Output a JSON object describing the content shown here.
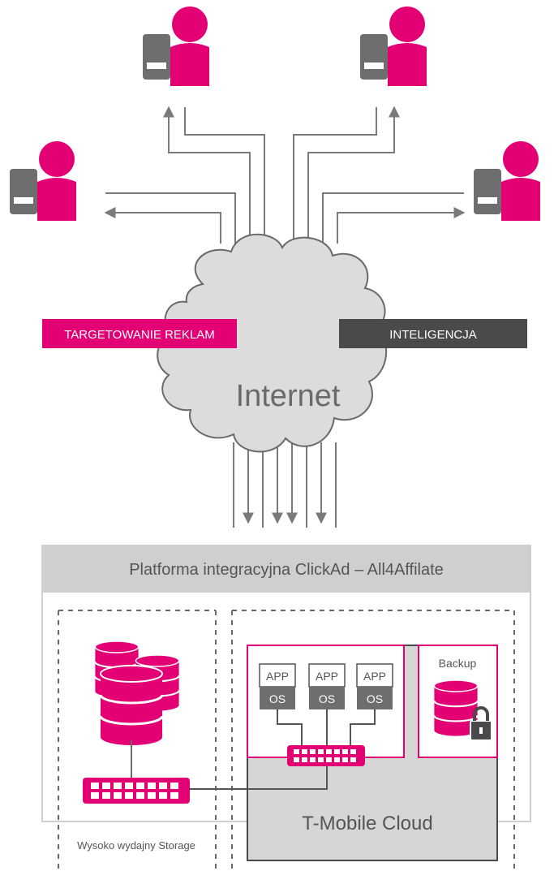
{
  "colors": {
    "magenta": "#e20074",
    "dark_gray": "#4a4a4a",
    "device_gray": "#6e6e6e",
    "cloud_fill": "#dcdcdc",
    "cloud_stroke": "#6a6a6a",
    "platform_bar": "#cfcfcf",
    "t_cloud_fill": "#d6d6d6",
    "arrow_gray": "#7a7a7a"
  },
  "users": [
    {
      "id": "top-left",
      "icon": "user-workstation-icon"
    },
    {
      "id": "top-right",
      "icon": "user-workstation-icon"
    },
    {
      "id": "mid-left",
      "icon": "user-workstation-icon"
    },
    {
      "id": "mid-right",
      "icon": "user-workstation-icon"
    }
  ],
  "cloud": {
    "label": "Internet",
    "icon": "cloud-icon"
  },
  "badges": {
    "left": {
      "label": "TARGETOWANIE REKLAM",
      "color": "#e20074"
    },
    "right": {
      "label": "INTELIGENCJA",
      "color": "#4a4a4a"
    }
  },
  "platform": {
    "title": "Platforma integracyjna ClickAd – All4Affilate"
  },
  "storage": {
    "label": "Wysoko wydajny Storage",
    "icon": "database-cluster-icon"
  },
  "t_cloud": {
    "label": "T-Mobile Cloud",
    "vms": [
      {
        "app": "APP",
        "os": "OS"
      },
      {
        "app": "APP",
        "os": "OS"
      },
      {
        "app": "APP",
        "os": "OS"
      }
    ],
    "switch_icon": "network-switch-icon"
  },
  "backup": {
    "label": "Backup",
    "icon": "locked-database-icon"
  }
}
